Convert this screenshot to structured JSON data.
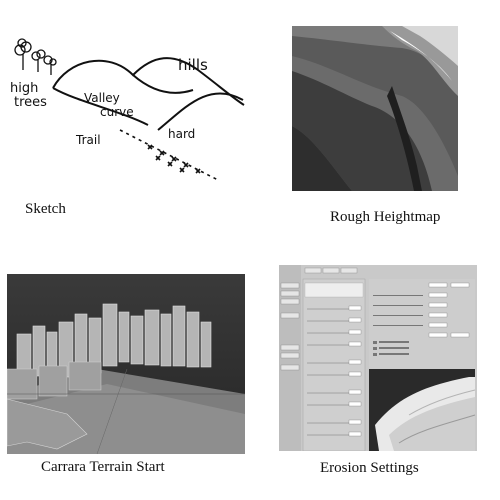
{
  "captions": {
    "sketch": "Sketch",
    "rough_heightmap": "Rough Heightmap",
    "carrara_terrain_start": "Carrara Terrain Start",
    "erosion_settings": "Erosion Settings"
  },
  "sketch_labels": {
    "high_trees_line1": "high",
    "high_trees_line2": "trees",
    "hills": "hills",
    "valley": "Valley",
    "curve": "curve",
    "trail": "Trail",
    "hard": "hard"
  }
}
